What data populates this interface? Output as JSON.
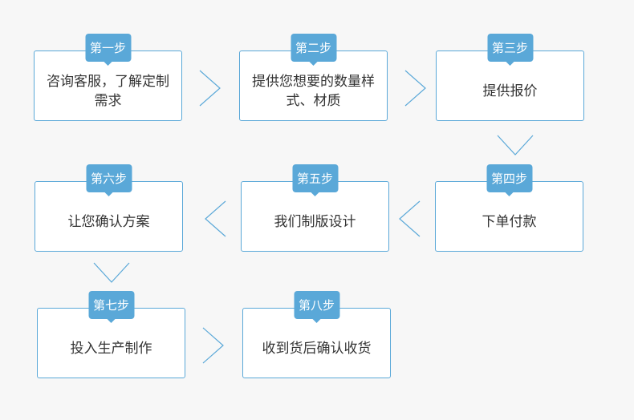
{
  "steps": [
    {
      "label": "第一步",
      "text": "咨询客服，了解定制需求"
    },
    {
      "label": "第二步",
      "text": "提供您想要的数量样式、材质"
    },
    {
      "label": "第三步",
      "text": "提供报价"
    },
    {
      "label": "第四步",
      "text": "下单付款"
    },
    {
      "label": "第五步",
      "text": "我们制版设计"
    },
    {
      "label": "第六步",
      "text": "让您确认方案"
    },
    {
      "label": "第七步",
      "text": "投入生产制作"
    },
    {
      "label": "第八步",
      "text": "收到货后确认收货"
    }
  ],
  "colors": {
    "accent": "#5aa8d8",
    "background": "#f7f7f7",
    "text": "#333333"
  }
}
